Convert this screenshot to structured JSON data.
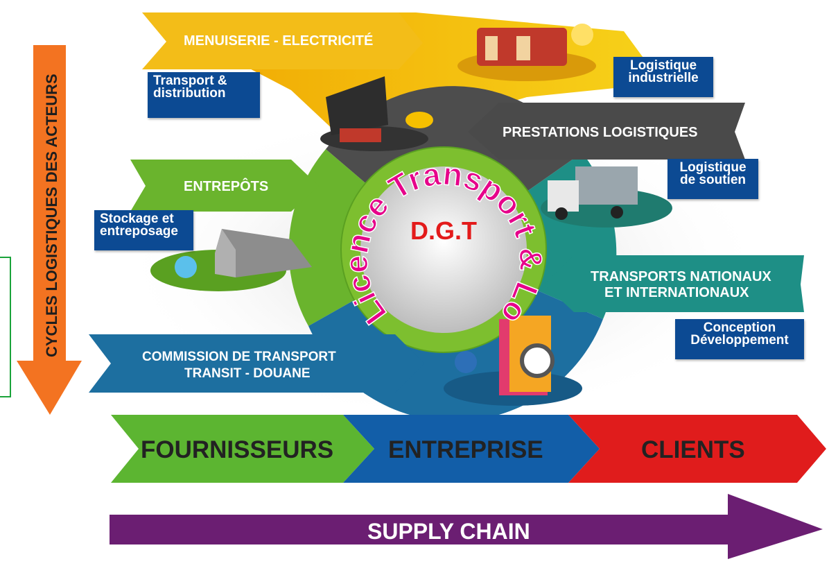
{
  "vertical_arrow_label": "CYCLES LOGISTIQUES DES ACTEURS",
  "banners": {
    "menuiserie": "MENUISERIE - ELECTRICITÉ",
    "prestations": "PRESTATIONS LOGISTIQUES",
    "entrepots": "ENTREPÔTS",
    "transports_line1": "TRANSPORTS  NATIONAUX",
    "transports_line2": "ET INTERNATIONAUX",
    "commission_line1": "COMMISSION DE TRANSPORT",
    "commission_line2": "TRANSIT - DOUANE"
  },
  "boxes": {
    "transport_distribution_line1": "Transport &",
    "transport_distribution_line2": "distribution",
    "logistique_industrielle_line1": "Logistique",
    "logistique_industrielle_line2": "industrielle",
    "logistique_soutien_line1": "Logistique",
    "logistique_soutien_line2": "de soutien",
    "stockage_line1": "Stockage et",
    "stockage_line2": "entreposage",
    "conception_line1": "Conception",
    "conception_line2": "Développement"
  },
  "center": {
    "title": "D.G.T",
    "arc_text": "Licence Transport & Logistique"
  },
  "chain": {
    "fournisseurs": "FOURNISSEURS",
    "entreprise": "ENTREPRISE",
    "clients": "CLIENTS",
    "supply_chain": "SUPPLY CHAIN"
  },
  "colors": {
    "orange": "#f37321",
    "yellow": "#f2b705",
    "gray": "#4d4d4d",
    "green": "#6ab42d",
    "teal": "#1e8f86",
    "blue_banner": "#1d6fa0",
    "navy_box": "#0c4a93",
    "chain_green": "#5cb531",
    "chain_blue": "#125ea8",
    "chain_red": "#e01c1c",
    "supply_purple": "#6b1e72",
    "magenta": "#e6008a",
    "dgt_red": "#e31b1b"
  }
}
